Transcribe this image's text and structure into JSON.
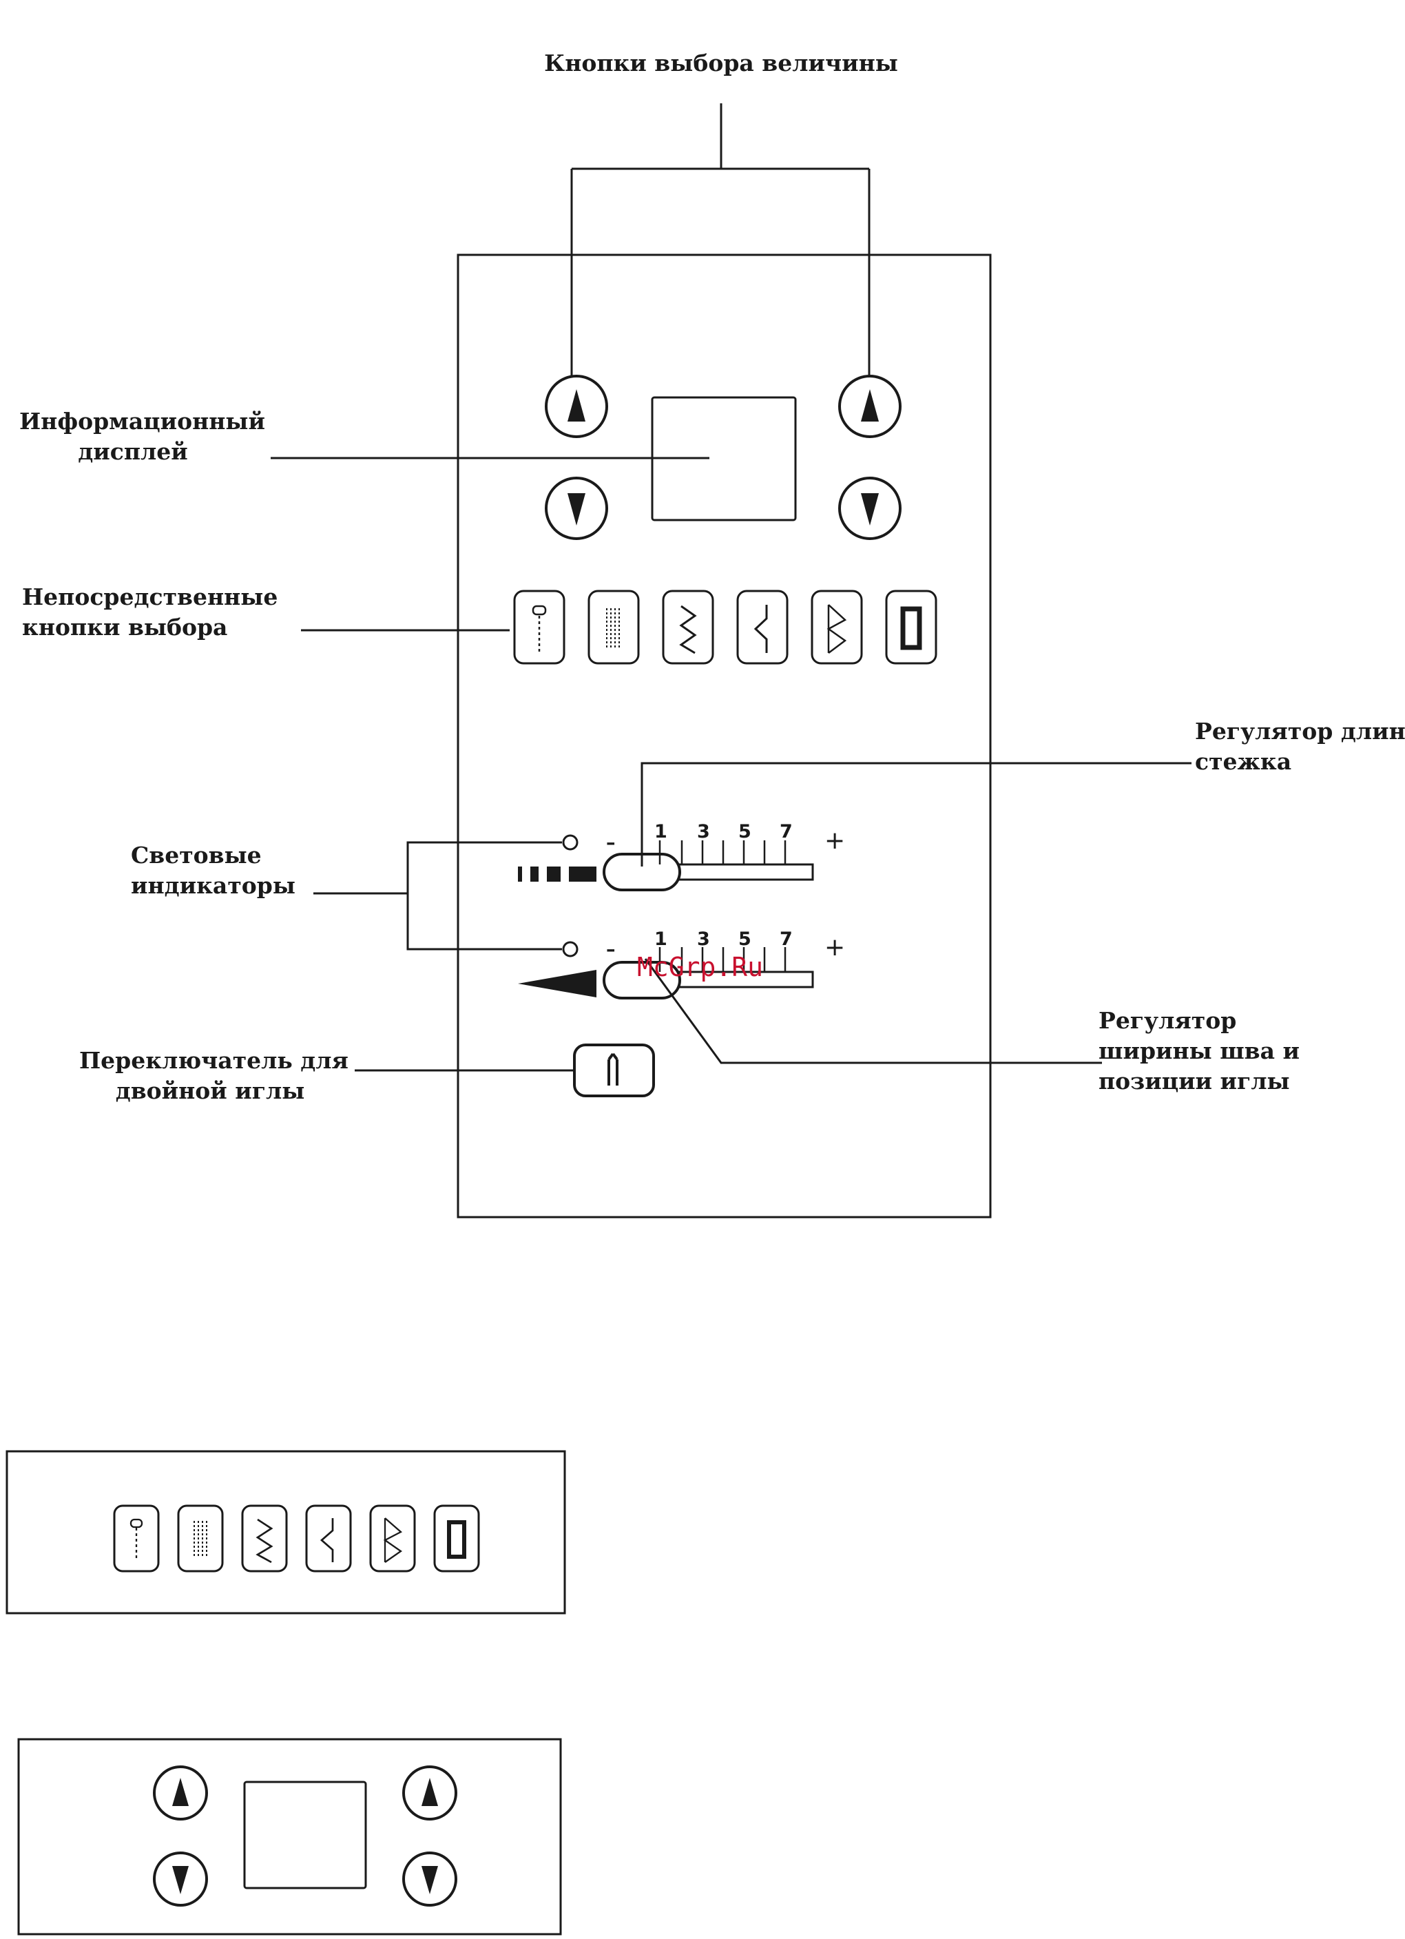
{
  "labels": {
    "value_buttons": "Кнопки выбора величины",
    "info_display": [
      "Информационный",
      "дисплей"
    ],
    "direct_select": [
      "Непосредственные",
      "кнопки выбора"
    ],
    "light_indicators": [
      "Световые",
      "индикаторы"
    ],
    "twin_needle": [
      "Переключатель для",
      "двойной иглы"
    ],
    "stitch_length": [
      "Регулятор длины",
      "стежка"
    ],
    "stitch_width": [
      "Регулятор",
      "ширины шва и",
      "позиции иглы"
    ]
  },
  "scale": {
    "ticks": [
      "1",
      "3",
      "5",
      "7"
    ],
    "minus": "–",
    "plus": "+"
  },
  "watermark": "McGrp.Ru",
  "stitch_icons": [
    "buttonhole-icon",
    "straight-stitch-icon",
    "zigzag-icon",
    "blind-stitch-icon",
    "triple-zigzag-icon",
    "rectangle-icon"
  ],
  "colors": {
    "line": "#1a1a1a",
    "watermark": "#c8102e"
  }
}
